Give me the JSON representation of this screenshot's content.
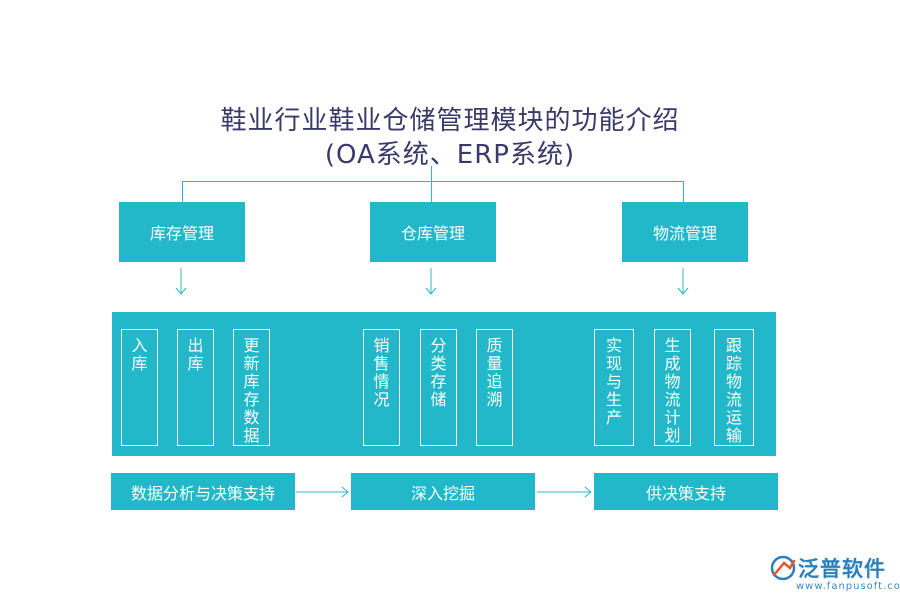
{
  "title": {
    "line1": "鞋业行业鞋业仓储管理模块的功能介绍",
    "line2": "(OA系统、ERP系统)"
  },
  "modules": [
    {
      "name": "库存管理",
      "functions": [
        "入库",
        "出库",
        "更新库存数据"
      ]
    },
    {
      "name": "仓库管理",
      "functions": [
        "销售情况",
        "分类存储",
        "质量追溯"
      ]
    },
    {
      "name": "物流管理",
      "functions": [
        "实现与生产",
        "生成物流计划",
        "跟踪物流运输"
      ]
    }
  ],
  "flow": [
    "数据分析与决策支持",
    "深入挖掘",
    "供决策支持"
  ],
  "logo": {
    "brand": "泛普软件",
    "url": "www.fanpusoft.com"
  },
  "colors": {
    "box": "#22b7c9",
    "title": "#3a3a6a",
    "line": "#2bb8c8"
  }
}
